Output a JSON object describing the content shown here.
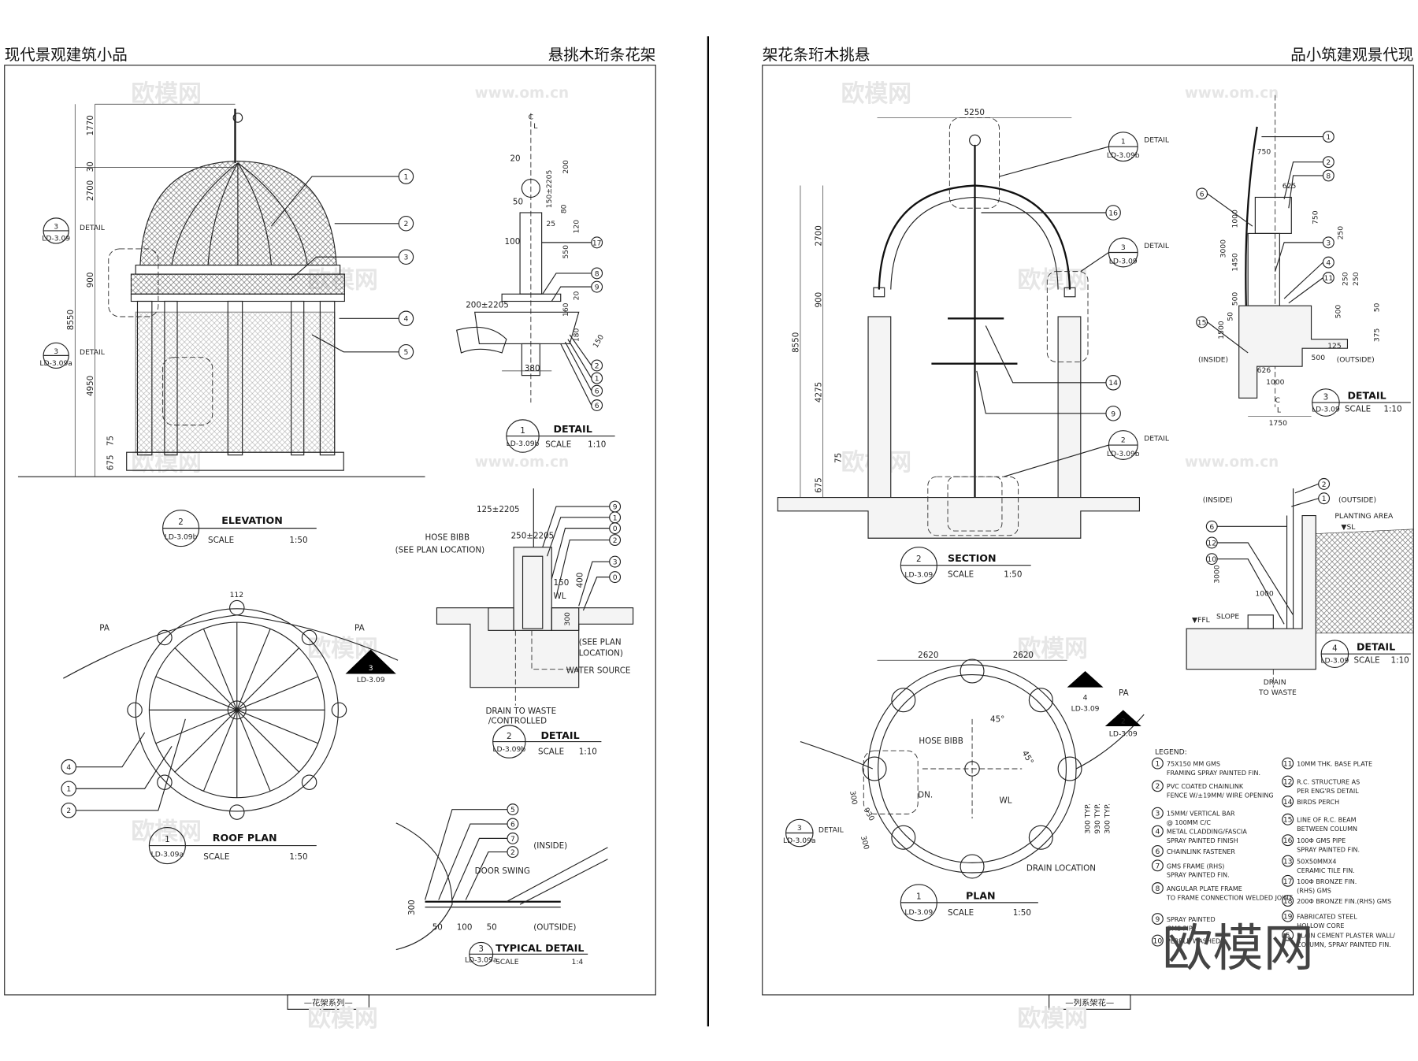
{
  "headers": {
    "left_title": "现代景观建筑小品",
    "left_subtitle": "悬挑木珩条花架",
    "right_title": "品小筑建观景代现",
    "right_subtitle": "架花条珩木挑悬"
  },
  "footers": {
    "left": "—花架系列—",
    "right": "—列系架花—"
  },
  "watermarks": {
    "logo": "欧模网",
    "url": "www.om.cn",
    "big": "欧模网"
  },
  "drawings": {
    "elevation": {
      "num": "2",
      "ref": "LD-3.09b",
      "title": "ELEVATION",
      "scale_label": "SCALE",
      "scale": "1:50"
    },
    "detail1": {
      "num": "1",
      "ref": "LD-3.09b",
      "title": "DETAIL",
      "scale_label": "SCALE",
      "scale": "1:10"
    },
    "detail2": {
      "num": "2",
      "ref": "LD-3.09b",
      "title": "DETAIL",
      "scale_label": "SCALE",
      "scale": "1:10"
    },
    "roof_plan": {
      "num": "1",
      "ref": "LD-3.09a",
      "title": "ROOF PLAN",
      "scale_label": "SCALE",
      "scale": "1:50"
    },
    "typical": {
      "num": "3",
      "ref": "LD-3.09a",
      "title": "TYPICAL DETAIL",
      "scale_label": "SCALE",
      "scale": "1:4"
    },
    "section": {
      "num": "2",
      "ref": "LD-3.09",
      "title": "SECTION",
      "scale_label": "SCALE",
      "scale": "1:50"
    },
    "detail3": {
      "num": "3",
      "ref": "LD-3.09",
      "title": "DETAIL",
      "scale_label": "SCALE",
      "scale": "1:10"
    },
    "detail4": {
      "num": "4",
      "ref": "LD-3.09",
      "title": "DETAIL",
      "scale_label": "SCALE",
      "scale": "1:10"
    },
    "plan": {
      "num": "1",
      "ref": "LD-3.09",
      "title": "PLAN",
      "scale_label": "SCALE",
      "scale": "1:50"
    }
  },
  "elevation_dims": [
    "1770",
    "30",
    "2700",
    "900",
    "4950",
    "75",
    "675",
    "8550"
  ],
  "detail1_dims": [
    "20",
    "50",
    "100",
    "200±2205",
    "380",
    "200",
    "150±2205",
    "80",
    "25",
    "550",
    "120",
    "160",
    "20",
    "180",
    "150"
  ],
  "detail2_labels": {
    "d1": "125±2205",
    "d2": "250±2205",
    "hose": "HOSE BIBB",
    "hose2": "(SEE PLAN LOCATION)",
    "see": "(SEE PLAN",
    "see2": "LOCATION)",
    "water": "WATER SOURCE",
    "drain": "DRAIN TO WASTE",
    "drain2": "/CONTROLLED",
    "wl": "WL",
    "d150": "150",
    "d400": "400",
    "d300": "300"
  },
  "roof_labels": {
    "pa1": "PA",
    "pa2": "PA",
    "d112": "112"
  },
  "typical_labels": {
    "inside": "(INSIDE)",
    "outside": "(OUTSIDE)",
    "swing": "DOOR SWING",
    "d300": "300",
    "d50a": "50",
    "d100": "100",
    "d50b": "50"
  },
  "section_dims": [
    "5250",
    "2700",
    "900",
    "8550",
    "4275",
    "75",
    "675"
  ],
  "detail3_labels": {
    "inside": "(INSIDE)",
    "outside": "(OUTSIDE)",
    "dims": [
      "750",
      "625",
      "750",
      "250",
      "3000",
      "1000",
      "1450",
      "500",
      "250",
      "250",
      "50",
      "500",
      "125",
      "375",
      "50",
      "1500",
      "626",
      "1000",
      "1750",
      "500",
      "50"
    ]
  },
  "detail4_labels": {
    "inside": "(INSIDE)",
    "outside": "(OUTSIDE)",
    "planting": "PLANTING AREA",
    "sl": "▼SL",
    "ffl": "▼FFL",
    "slope": "SLOPE",
    "d1000": "1000",
    "d3000": "3000",
    "drain": "DRAIN",
    "drain2": "TO WASTE"
  },
  "plan_labels": {
    "d2620a": "2620",
    "d2620b": "2620",
    "hose": "HOSE BIBB",
    "wl": "WL",
    "dn": "DN.",
    "a45a": "45°",
    "a45b": "45°",
    "drain": "DRAIN LOCATION",
    "pa": "PA",
    "d300a": "300",
    "d930a": "930",
    "d300b": "300",
    "d300c": "300 TYP.",
    "d930b": "930 TYP.",
    "d300d": "300 TYP."
  },
  "detail_tags": {
    "detail": "DETAIL",
    "ld309": "LD-3.09",
    "ld309a": "LD-3.09a",
    "ld309b": "LD-3.09b",
    "c": "C",
    "l": "L"
  },
  "legend": {
    "title": "LEGEND:",
    "items": [
      {
        "n": "1",
        "l1": "75X150 MM GMS",
        "l2": "FRAMING SPRAY PAINTED FIN."
      },
      {
        "n": "2",
        "l1": "PVC COATED CHAINLINK",
        "l2": "FENCE W/±19MM/ WIRE OPENING"
      },
      {
        "n": "3",
        "l1": "15MM/ VERTICAL BAR",
        "l2": "@ 100MM C/C"
      },
      {
        "n": "4",
        "l1": "METAL CLADDING/FASCIA",
        "l2": "SPRAY PAINTED FINISH"
      },
      {
        "n": "6",
        "l1": "CHAINLINK FASTENER",
        "l2": ""
      },
      {
        "n": "7",
        "l1": "GMS FRAME (RHS)",
        "l2": "SPRAY PAINTED FIN."
      },
      {
        "n": "8",
        "l1": "ANGULAR PLATE FRAME",
        "l2": "TO FRAME CONNECTION WELDED JOINT"
      },
      {
        "n": "9",
        "l1": "SPRAY PAINTED",
        "l2": "GMS PIPE"
      },
      {
        "n": "10",
        "l1": "PEBBLE WASHED",
        "l2": ""
      },
      {
        "n": "11",
        "l1": "10MM THK. BASE PLATE",
        "l2": ""
      },
      {
        "n": "12",
        "l1": "R.C. STRUCTURE AS",
        "l2": "PER ENG'RS DETAIL"
      },
      {
        "n": "14",
        "l1": "BIRDS PERCH",
        "l2": ""
      },
      {
        "n": "15",
        "l1": "LINE OF R.C. BEAM",
        "l2": "BETWEEN COLUMN"
      },
      {
        "n": "16",
        "l1": "100Φ GMS PIPE",
        "l2": "SPRAY PAINTED FIN."
      },
      {
        "n": "13",
        "l1": "50X50MMX4",
        "l2": "CERAMIC TILE FIN."
      },
      {
        "n": "17",
        "l1": "100Φ BRONZE FIN.",
        "l2": "(RHS) GMS"
      },
      {
        "n": "18",
        "l1": "200Φ BRONZE FIN.(RHS) GMS",
        "l2": ""
      },
      {
        "n": "19",
        "l1": "FABRICATED STEEL",
        "l2": "HOLLOW CORE"
      },
      {
        "n": "5",
        "l1": "PLAIN CEMENT PLASTER WALL/",
        "l2": "COLUMN, SPRAY PAINTED FIN."
      }
    ]
  }
}
